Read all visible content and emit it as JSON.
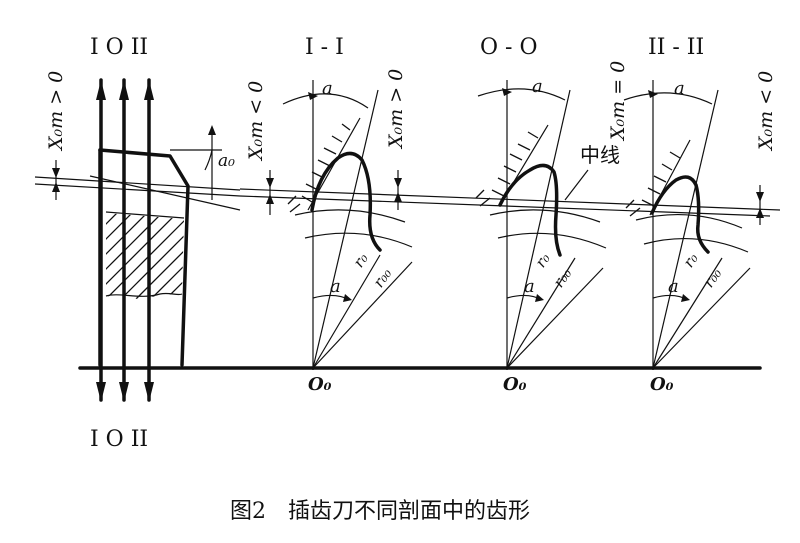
{
  "figure": {
    "caption": "图2　插齿刀不同剖面中的齿形"
  },
  "shaper_view": {
    "top_label": "I O II",
    "bottom_label": "I O II",
    "left_dim_label": "X₀m > 0",
    "angle_label": "a₀"
  },
  "sections": [
    {
      "id": "section-1",
      "title": "I - I",
      "left_dim_label": "X₀m < 0",
      "right_dim_label": "X₀m > 0",
      "angle_top": "a",
      "angle_bottom": "a",
      "radius_1": "r₀",
      "radius_2": "r₀₀",
      "center_label": "O₀"
    },
    {
      "id": "section-0",
      "title": "O - O",
      "right_dim_label": "X₀m = 0",
      "middle_line_label": "中线",
      "angle_top": "a",
      "angle_bottom": "a",
      "radius_1": "r₀",
      "radius_2": "r₀₀",
      "center_label": "O₀"
    },
    {
      "id": "section-2",
      "title": "II - II",
      "right_dim_label": "X₀m < 0",
      "angle_top": "a",
      "angle_bottom": "a",
      "radius_1": "r₀",
      "radius_2": "r₀₀",
      "center_label": "O₀"
    }
  ]
}
